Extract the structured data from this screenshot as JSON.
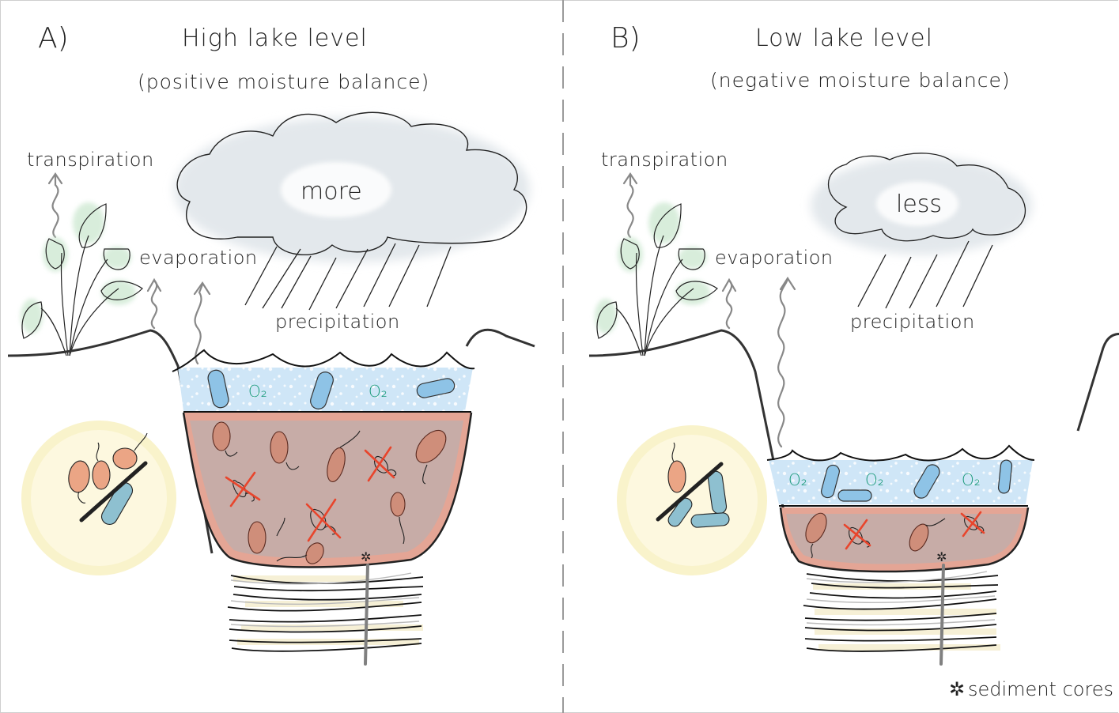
{
  "panels": [
    {
      "id": "A",
      "letter": "A)",
      "title": "High lake level",
      "subtitle": "(positive moisture balance)",
      "cloud_label": "more",
      "labels": {
        "transpiration": "transpiration",
        "evaporation": "evaporation",
        "precipitation": "precipitation",
        "oxygen": "O₂"
      },
      "lake_level": "high",
      "oxic_layer": "upper water (O₂ present, rod bacteria)",
      "anoxic_layer": "lower water (no O₂, flagellated bacteria)",
      "ratio_inset": "more flagellated (anaerobic) than rod (aerobic) bacteria"
    },
    {
      "id": "B",
      "letter": "B)",
      "title": "Low lake level",
      "subtitle": "(negative moisture balance)",
      "cloud_label": "less",
      "labels": {
        "transpiration": "transpiration",
        "evaporation": "evaporation",
        "precipitation": "precipitation",
        "oxygen": "O₂"
      },
      "lake_level": "low",
      "oxic_layer": "upper water (O₂ present, rod bacteria)",
      "anoxic_layer": "thin lower water (no O₂)",
      "ratio_inset": "more rod (aerobic) than flagellated (anaerobic) bacteria"
    }
  ],
  "legend": {
    "symbol": "✲",
    "text": "sediment cores"
  },
  "colors": {
    "water": "#cfe6f7",
    "water_edge": "#8ec3e6",
    "anoxic": "#c8aca6",
    "anoxic_edge": "#e49a86",
    "rod_bacteria": "#8fc3df",
    "flagellated_bacteria": "#d99a84",
    "cross_out": "#e8452c",
    "oxygen_text": "#1a9a7a",
    "leaf": "#d9eedb",
    "cloud": "#e6eaee",
    "inset": "#fbf3c8",
    "sediment": "#f6f0d6"
  }
}
